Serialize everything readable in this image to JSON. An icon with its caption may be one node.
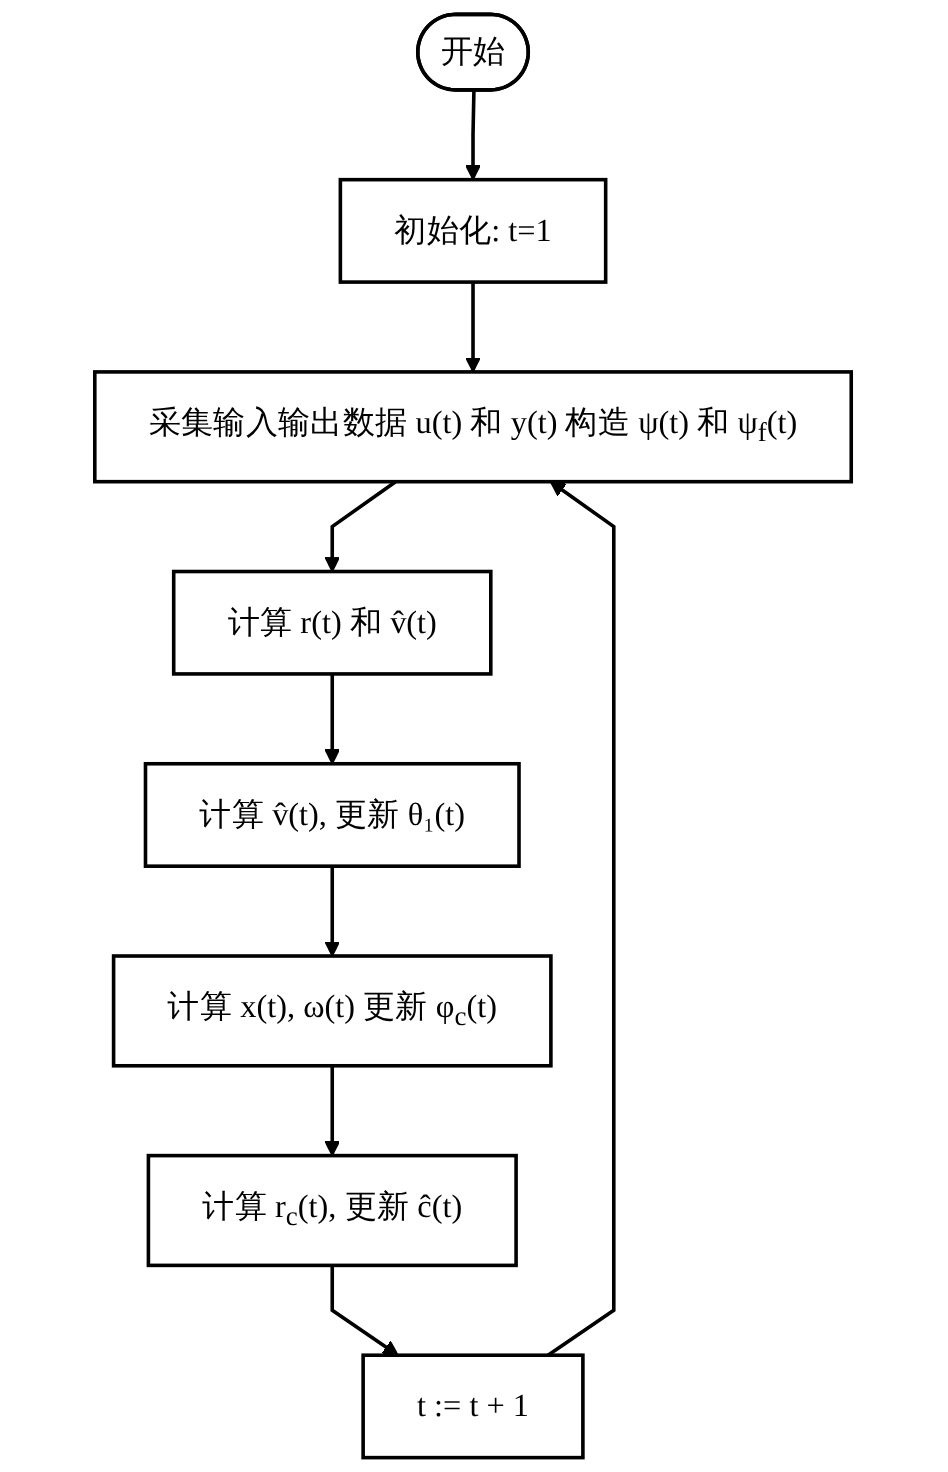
{
  "diagram": {
    "nodes": [
      {
        "text": [
          "开始"
        ]
      },
      {
        "text": [
          "初始化: t=1"
        ]
      },
      {
        "text": [
          "采集输入输出数据 u(t) 和 y(t) 构造 ψ(t) 和 ψ$_{f}$(t)"
        ]
      },
      {
        "text": [
          "计算 r(t) 和 v̂(t)"
        ]
      },
      {
        "text": [
          "计算 v̂(t), 更新 θ₁(t)"
        ]
      },
      {
        "text": [
          "计算 x(t), ω(t) 更新 φ$_{c}$(t)"
        ]
      },
      {
        "text": [
          "计算 r$_{c}$(t), 更新 ĉ(t)"
        ]
      },
      {
        "text": [
          "t := t + 1"
        ]
      }
    ],
    "edges": [
      {
        "from": 0,
        "to": 1,
        "arrow": "to"
      },
      {
        "from": 1,
        "to": 2,
        "arrow": "to"
      },
      {
        "from": 2,
        "to": 3,
        "arrow": "to"
      },
      {
        "from": 3,
        "to": 4,
        "arrow": "to"
      },
      {
        "from": 4,
        "to": 5,
        "arrow": "to"
      },
      {
        "from": 5,
        "to": 6,
        "arrow": "to"
      },
      {
        "from": 6,
        "to": 7,
        "arrow": "to"
      },
      {
        "from": 7,
        "to": 2,
        "arrow": "to"
      }
    ]
  }
}
